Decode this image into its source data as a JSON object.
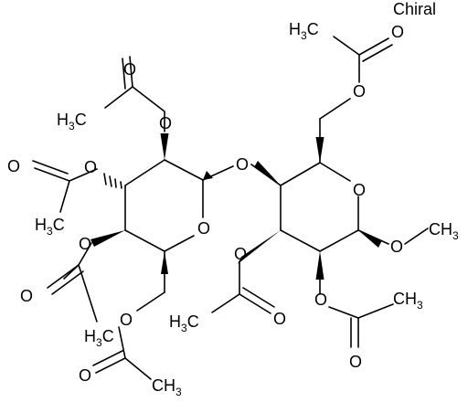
{
  "figure": {
    "annotation": "Chiral",
    "atoms": {
      "oxygen": "O",
      "methyl": "CH",
      "methyl_h": "H",
      "methyl_c": "C",
      "methyl_sub": "3"
    },
    "colors": {
      "ink": "#000000",
      "background": "#ffffff"
    }
  }
}
